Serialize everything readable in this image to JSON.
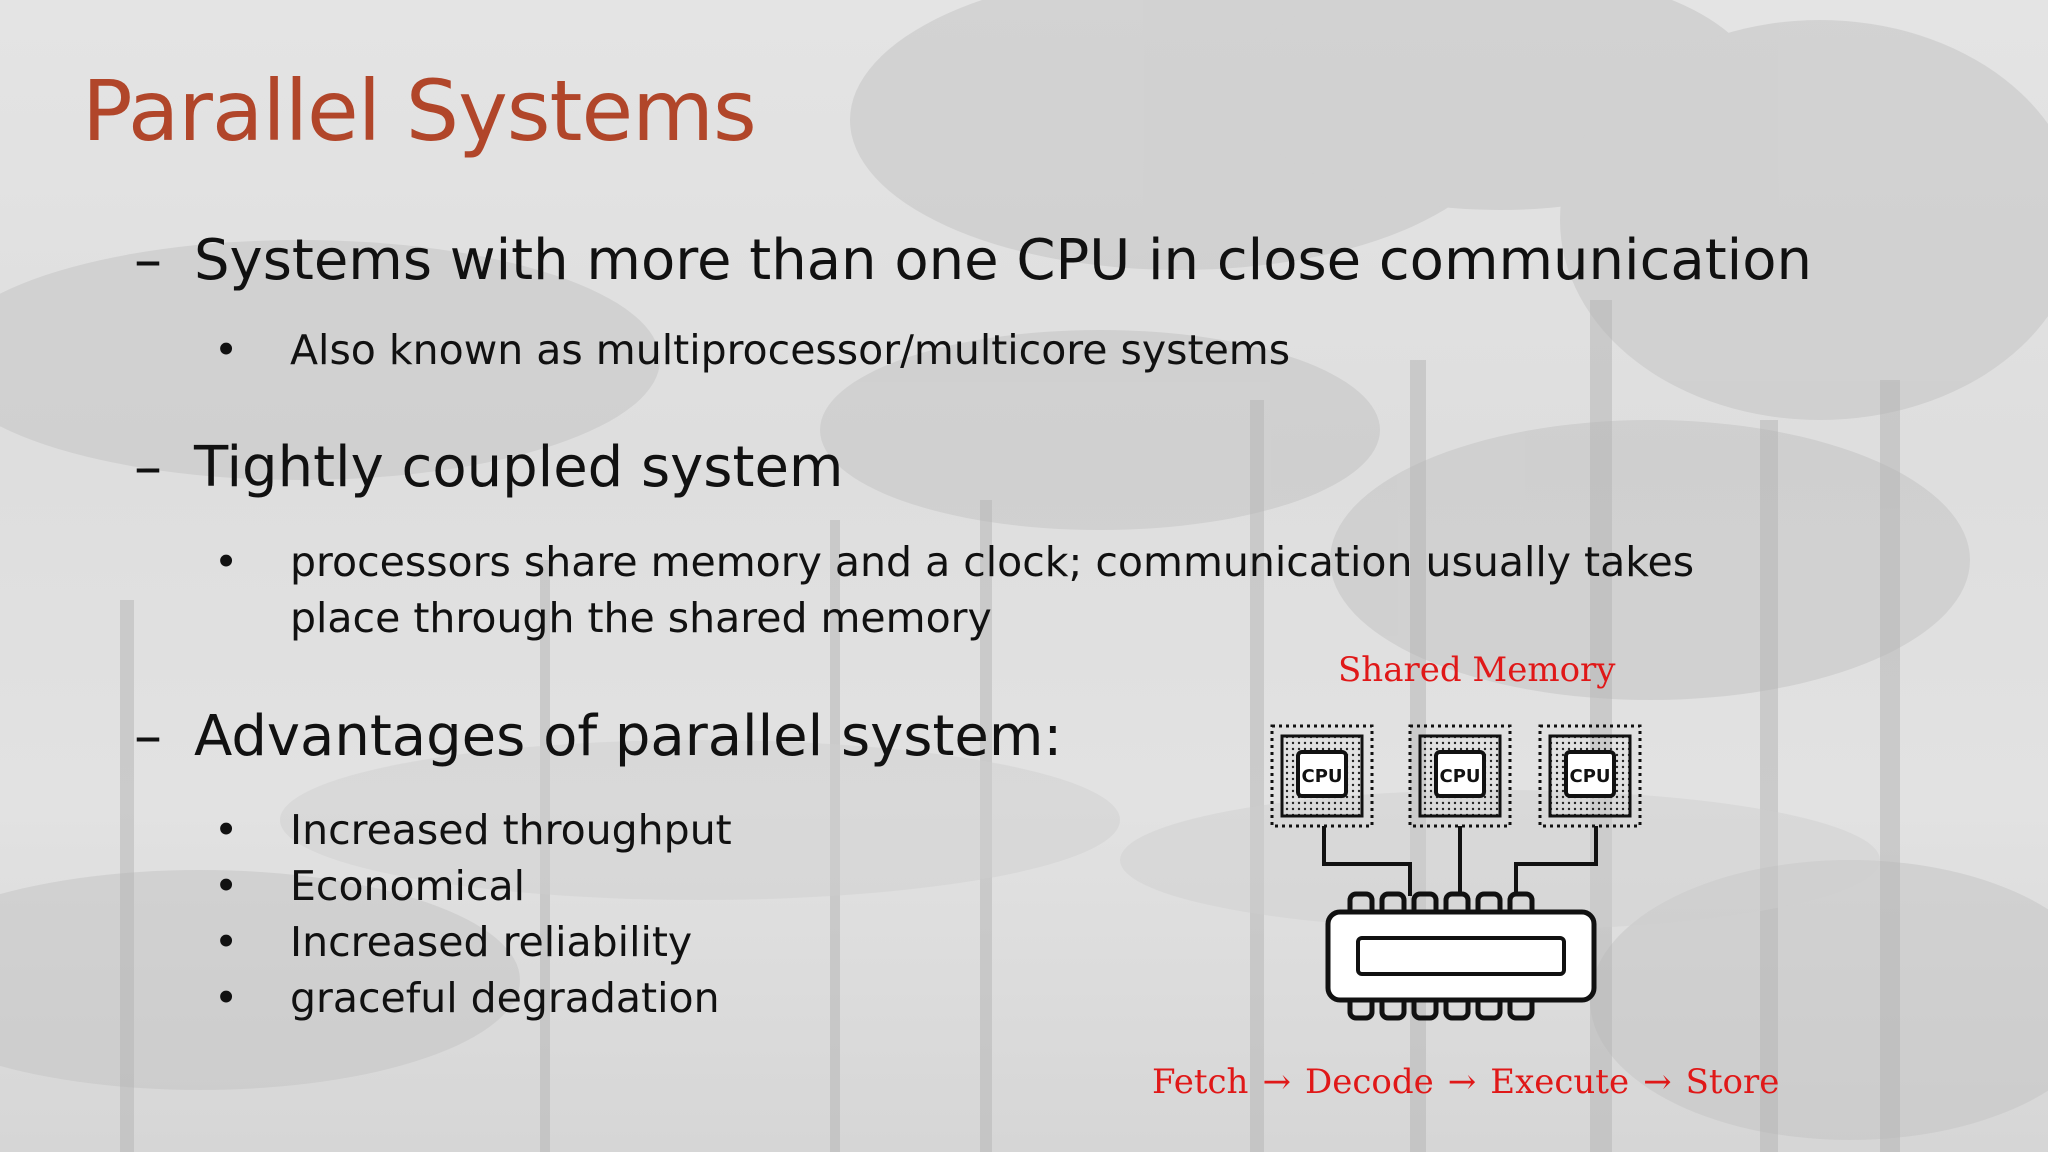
{
  "slide": {
    "title": "Parallel Systems",
    "level1_marker": "–",
    "bullet_marker": "•",
    "sections": [
      {
        "heading": "Systems with more than one CPU in close communication",
        "bullets": [
          "Also known as multiprocessor/multicore systems"
        ]
      },
      {
        "heading": "Tightly coupled system",
        "bullets": [
          "processors share memory and a clock; communication usually takes place through the shared memory"
        ]
      },
      {
        "heading": "Advantages of parallel system:",
        "bullets": [
          "Increased throughput",
          "Economical",
          "Increased reliability",
          "graceful degradation"
        ]
      }
    ]
  },
  "s2_line1": "processors share memory and a clock; communication usually takes",
  "s2_line2": "place through the shared memory",
  "diagram": {
    "caption": "Shared Memory",
    "cpu_label": "CPU",
    "pipeline": [
      "Fetch",
      "Decode",
      "Execute",
      "Store"
    ],
    "arrow": "→"
  },
  "colors": {
    "title": "#b1462a",
    "diagram_text": "#e01818",
    "body_text": "#111111"
  }
}
